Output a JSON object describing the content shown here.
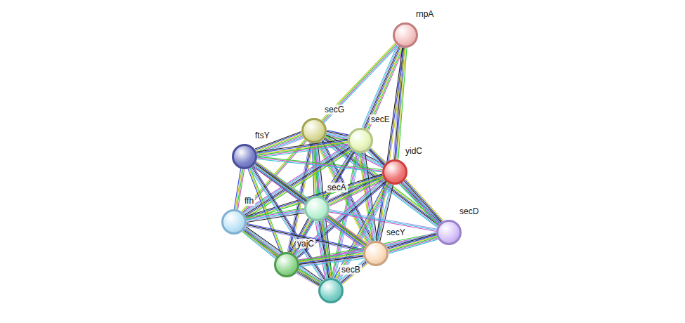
{
  "diagram": {
    "nodes": [
      {
        "text": [
          "rnpA"
        ]
      },
      {
        "text": [
          "secG"
        ]
      },
      {
        "text": [
          "secE"
        ]
      },
      {
        "text": [
          "yidC"
        ]
      },
      {
        "text": [
          "ftsY"
        ]
      },
      {
        "text": [
          "secA"
        ]
      },
      {
        "text": [
          "ffh"
        ]
      },
      {
        "text": [
          "secD"
        ]
      },
      {
        "text": [
          "yajC"
        ]
      },
      {
        "text": [
          "secY"
        ]
      },
      {
        "text": [
          "secB"
        ]
      }
    ],
    "edges": [
      {
        "from": 0,
        "to": 1,
        "arrow": "none"
      },
      {
        "from": 0,
        "to": 2,
        "arrow": "none"
      },
      {
        "from": 0,
        "to": 3,
        "arrow": "none"
      },
      {
        "from": 0,
        "to": 9,
        "arrow": "none"
      },
      {
        "from": 1,
        "to": 2,
        "arrow": "none"
      },
      {
        "from": 1,
        "to": 3,
        "arrow": "none"
      },
      {
        "from": 1,
        "to": 4,
        "arrow": "none"
      },
      {
        "from": 1,
        "to": 5,
        "arrow": "none"
      },
      {
        "from": 1,
        "to": 6,
        "arrow": "none"
      },
      {
        "from": 1,
        "to": 7,
        "arrow": "none"
      },
      {
        "from": 1,
        "to": 8,
        "arrow": "none"
      },
      {
        "from": 1,
        "to": 9,
        "arrow": "none"
      },
      {
        "from": 1,
        "to": 10,
        "arrow": "none"
      },
      {
        "from": 2,
        "to": 3,
        "arrow": "none"
      },
      {
        "from": 2,
        "to": 4,
        "arrow": "none"
      },
      {
        "from": 2,
        "to": 5,
        "arrow": "none"
      },
      {
        "from": 2,
        "to": 6,
        "arrow": "none"
      },
      {
        "from": 2,
        "to": 7,
        "arrow": "none"
      },
      {
        "from": 2,
        "to": 8,
        "arrow": "none"
      },
      {
        "from": 2,
        "to": 9,
        "arrow": "none"
      },
      {
        "from": 2,
        "to": 10,
        "arrow": "none"
      },
      {
        "from": 3,
        "to": 4,
        "arrow": "none"
      },
      {
        "from": 3,
        "to": 5,
        "arrow": "none"
      },
      {
        "from": 3,
        "to": 6,
        "arrow": "none"
      },
      {
        "from": 3,
        "to": 7,
        "arrow": "none"
      },
      {
        "from": 3,
        "to": 8,
        "arrow": "none"
      },
      {
        "from": 3,
        "to": 9,
        "arrow": "none"
      },
      {
        "from": 3,
        "to": 10,
        "arrow": "none"
      },
      {
        "from": 4,
        "to": 5,
        "arrow": "none"
      },
      {
        "from": 4,
        "to": 6,
        "arrow": "none"
      },
      {
        "from": 4,
        "to": 8,
        "arrow": "none"
      },
      {
        "from": 4,
        "to": 9,
        "arrow": "none"
      },
      {
        "from": 4,
        "to": 10,
        "arrow": "none"
      },
      {
        "from": 5,
        "to": 6,
        "arrow": "none"
      },
      {
        "from": 5,
        "to": 7,
        "arrow": "none"
      },
      {
        "from": 5,
        "to": 8,
        "arrow": "none"
      },
      {
        "from": 5,
        "to": 9,
        "arrow": "none"
      },
      {
        "from": 5,
        "to": 10,
        "arrow": "none"
      },
      {
        "from": 6,
        "to": 8,
        "arrow": "none"
      },
      {
        "from": 6,
        "to": 9,
        "arrow": "none"
      },
      {
        "from": 6,
        "to": 10,
        "arrow": "none"
      },
      {
        "from": 7,
        "to": 8,
        "arrow": "none"
      },
      {
        "from": 7,
        "to": 9,
        "arrow": "none"
      },
      {
        "from": 8,
        "to": 9,
        "arrow": "none"
      },
      {
        "from": 8,
        "to": 10,
        "arrow": "none"
      },
      {
        "from": 9,
        "to": 10,
        "arrow": "none"
      }
    ]
  }
}
